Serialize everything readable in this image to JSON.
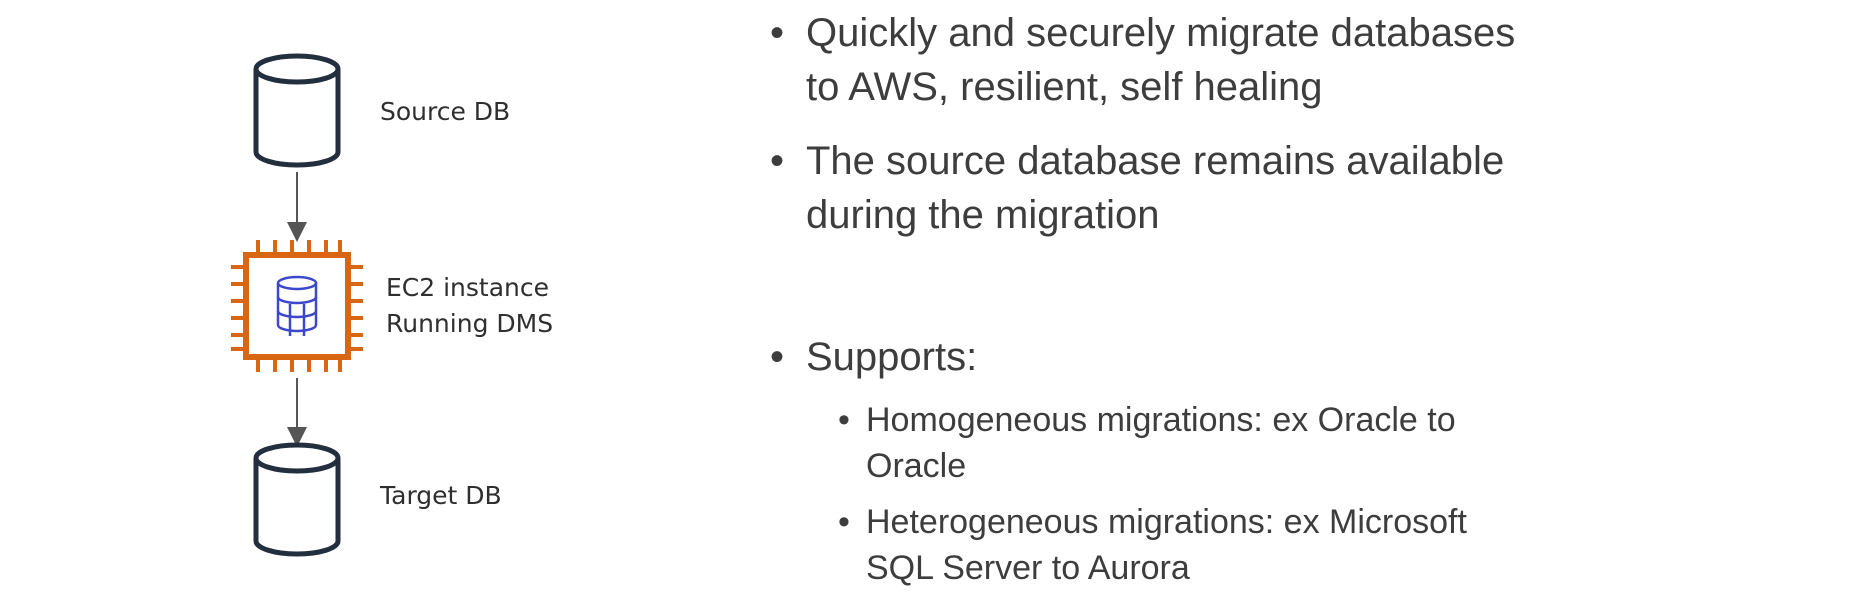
{
  "diagram": {
    "source_label": "Source DB",
    "instance_label_line1": "EC2 instance",
    "instance_label_line2": "Running DMS",
    "target_label": "Target DB"
  },
  "bullets": {
    "dot": "•",
    "b1_line1": "Quickly and securely migrate databases",
    "b1_line2": "to AWS, resilient, self healing",
    "b2_line1": "The source database remains available",
    "b2_line2": "during the migration",
    "b3_line1": "Supports:",
    "s1_line1": "Homogeneous migrations: ex Oracle to",
    "s1_line2": "Oracle",
    "s2_line1": "Heterogeneous migrations: ex Microsoft",
    "s2_line2": "SQL Server to Aurora"
  },
  "colors": {
    "db_outline": "#232f3e",
    "ec2_orange": "#d86613",
    "dms_blue": "#3b48cc",
    "arrow": "#555555",
    "text": "#3d3d3d"
  }
}
